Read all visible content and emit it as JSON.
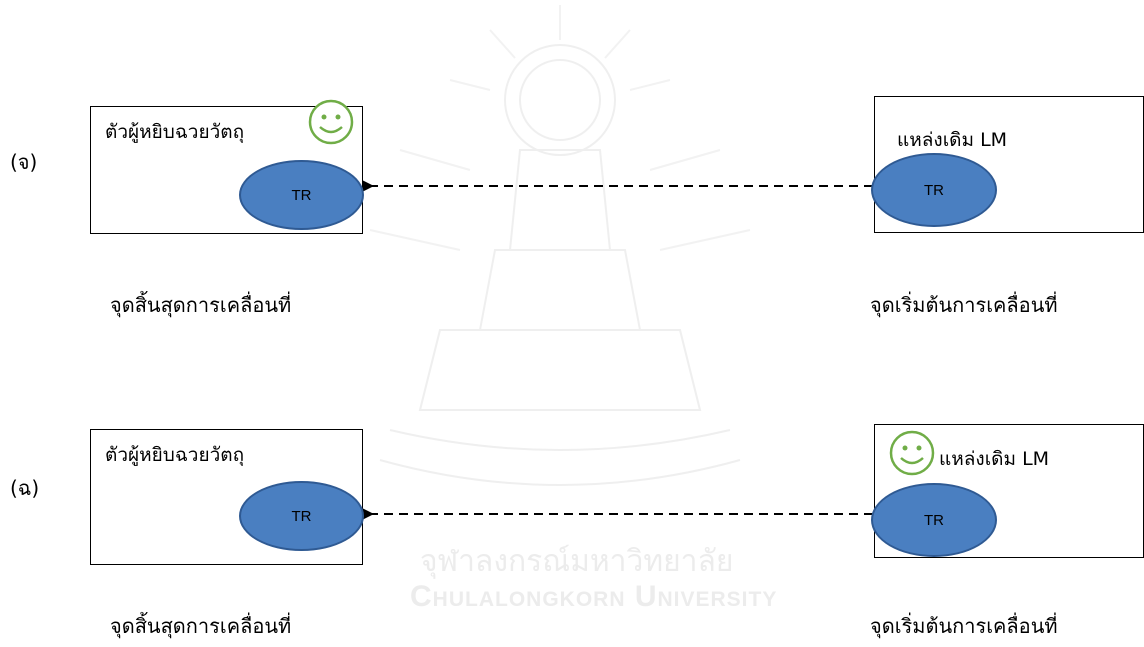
{
  "watermark": {
    "thai_name": "จุฬาลงกรณ์มหาวิทยาลัย",
    "english_name": "Chulalongkorn University",
    "color": "#ececec"
  },
  "colors": {
    "ellipse_fill": "#4a7fc1",
    "ellipse_stroke": "#2f5a93",
    "smiley": "#70ad47",
    "arrow": "#000000"
  },
  "rows": [
    {
      "tag": "(จ)",
      "receiver": {
        "title": "ตัวผู้หยิบฉวยวัตถุ",
        "ellipse": "TR",
        "smiley": "smiley-icon"
      },
      "source": {
        "title": "แหล่งเดิม LM",
        "ellipse": "TR"
      },
      "end_caption": "จุดสิ้นสุดการเคลื่อนที่",
      "start_caption": "จุดเริ่มต้นการเคลื่อนที่"
    },
    {
      "tag": "(ฉ)",
      "receiver": {
        "title": "ตัวผู้หยิบฉวยวัตถุ",
        "ellipse": "TR"
      },
      "source": {
        "title": "แหล่งเดิม LM",
        "ellipse": "TR",
        "smiley": "smiley-icon"
      },
      "end_caption": "จุดสิ้นสุดการเคลื่อนที่",
      "start_caption": "จุดเริ่มต้นการเคลื่อนที่"
    }
  ]
}
